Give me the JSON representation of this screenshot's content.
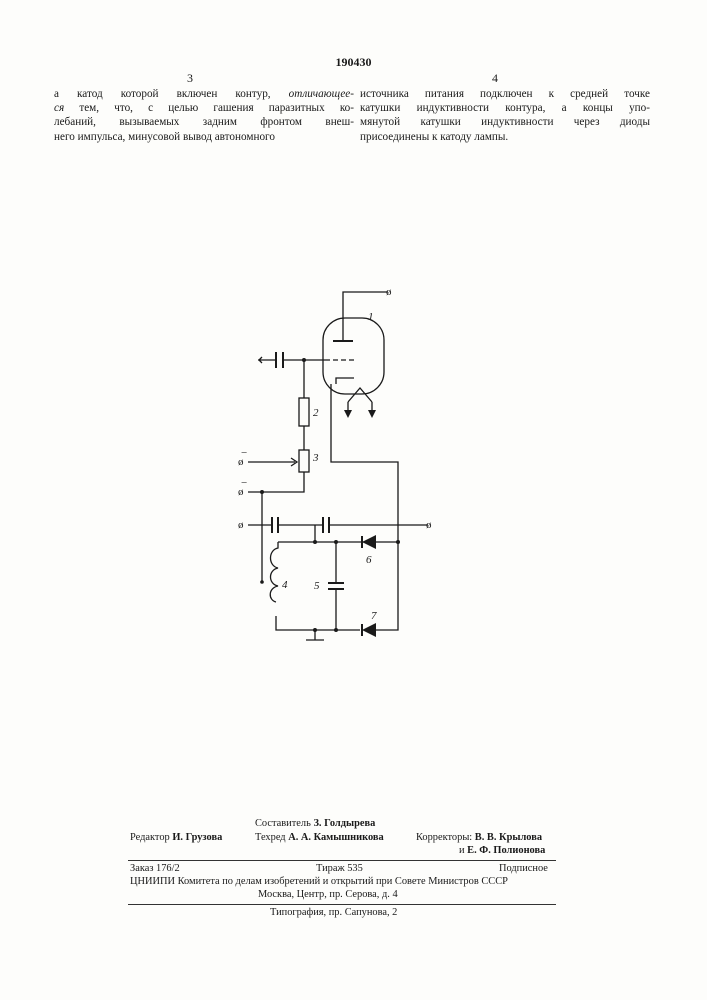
{
  "patent_number": "190430",
  "columns": {
    "left": {
      "number": "3",
      "lines": [
        {
          "parts": [
            {
              "t": "а катод которой включен контур, "
            },
            {
              "t": "отличающее-",
              "i": true
            }
          ]
        },
        {
          "parts": [
            {
              "t": "ся",
              "i": true
            },
            {
              "t": " тем, что, с целью гашения паразитных ко-"
            }
          ]
        },
        {
          "parts": [
            {
              "t": "лебаний, вызываемых задним фронтом внеш-"
            }
          ]
        },
        {
          "parts": [
            {
              "t": "него импульса, минусовой вывод автономного"
            }
          ]
        }
      ]
    },
    "right": {
      "number": "4",
      "lines": [
        {
          "parts": [
            {
              "t": "источника питания подключен к средней точке"
            }
          ]
        },
        {
          "parts": [
            {
              "t": "катушки индуктивности контура, а концы упо-"
            }
          ]
        },
        {
          "parts": [
            {
              "t": "мянутой катушки индуктивности через диоды"
            }
          ]
        },
        {
          "parts": [
            {
              "t": "присоединены к катоду лампы."
            }
          ]
        }
      ]
    }
  },
  "figure": {
    "labels": {
      "tube": "1",
      "resistor": "2",
      "potentiometer": "3",
      "inductor": "4",
      "capacitor": "5",
      "diode_upper": "6",
      "diode_lower": "7"
    },
    "terminal_symbol": "ø",
    "minus_sign": "−"
  },
  "credits": {
    "composer_label": "Составитель",
    "composer_name": "З. Голдырева",
    "editor_label": "Редактор",
    "editor_name": "И. Грузова",
    "techred_label": "Техред",
    "techred_name": "А. А. Камышникова",
    "correctors_label": "Корректоры:",
    "corrector1": "В. В. Крылова",
    "corrector2_prefix": "и",
    "corrector2": "Е. Ф. Полионова",
    "order": "Заказ 176/2",
    "circulation": "Тираж 535",
    "subscription": "Подписное",
    "org_line": "ЦНИИПИ Комитета по делам изобретений и открытий при Совете Министров СССР",
    "address": "Москва, Центр, пр. Серова, д. 4",
    "printing": "Типография, пр. Сапунова, 2"
  },
  "colors": {
    "ink": "#1a1a1a",
    "paper": "#fdfdfb"
  }
}
